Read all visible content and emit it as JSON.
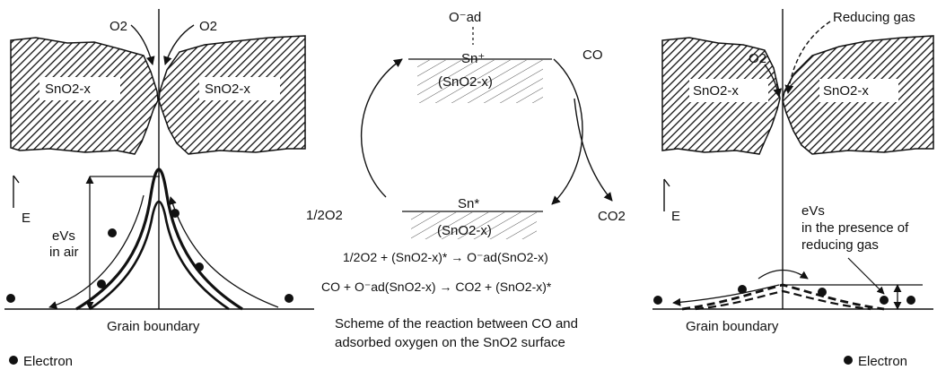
{
  "left_panel": {
    "o2_left": "O2",
    "o2_right": "O2",
    "grain_left": "SnO2-x",
    "grain_right": "SnO2-x",
    "axis_label": "E",
    "barrier_label_1": "eVs",
    "barrier_label_2": "in air",
    "boundary_label": "Grain boundary",
    "legend": "Electron"
  },
  "center_panel": {
    "o_ad_top": "O⁻ad",
    "sn_top": "Sn⁺",
    "sno2_top": "(SnO2-x)",
    "co_in": "CO",
    "half_o2": "1/2O2",
    "sn_bottom": "Sn*",
    "sno2_bottom": "(SnO2-x)",
    "co2_out": "CO2",
    "eq1": "1/2O2 + (SnO2-x)* → O⁻ad(SnO2-x)",
    "eq2": "CO + O⁻ad(SnO2-x) → CO2 + (SnO2-x)*",
    "caption_1": "Scheme of the reaction between CO and",
    "caption_2": "adsorbed oxygen on the SnO2 surface"
  },
  "right_panel": {
    "o2": "O2",
    "reducing_gas": "Reducing gas",
    "grain_left": "SnO2-x",
    "grain_right": "SnO2-x",
    "axis_label": "E",
    "barrier_label_1": "eVs",
    "barrier_label_2": "in the presence of",
    "barrier_label_3": "reducing gas",
    "boundary_label": "Grain boundary",
    "legend": "Electron"
  }
}
